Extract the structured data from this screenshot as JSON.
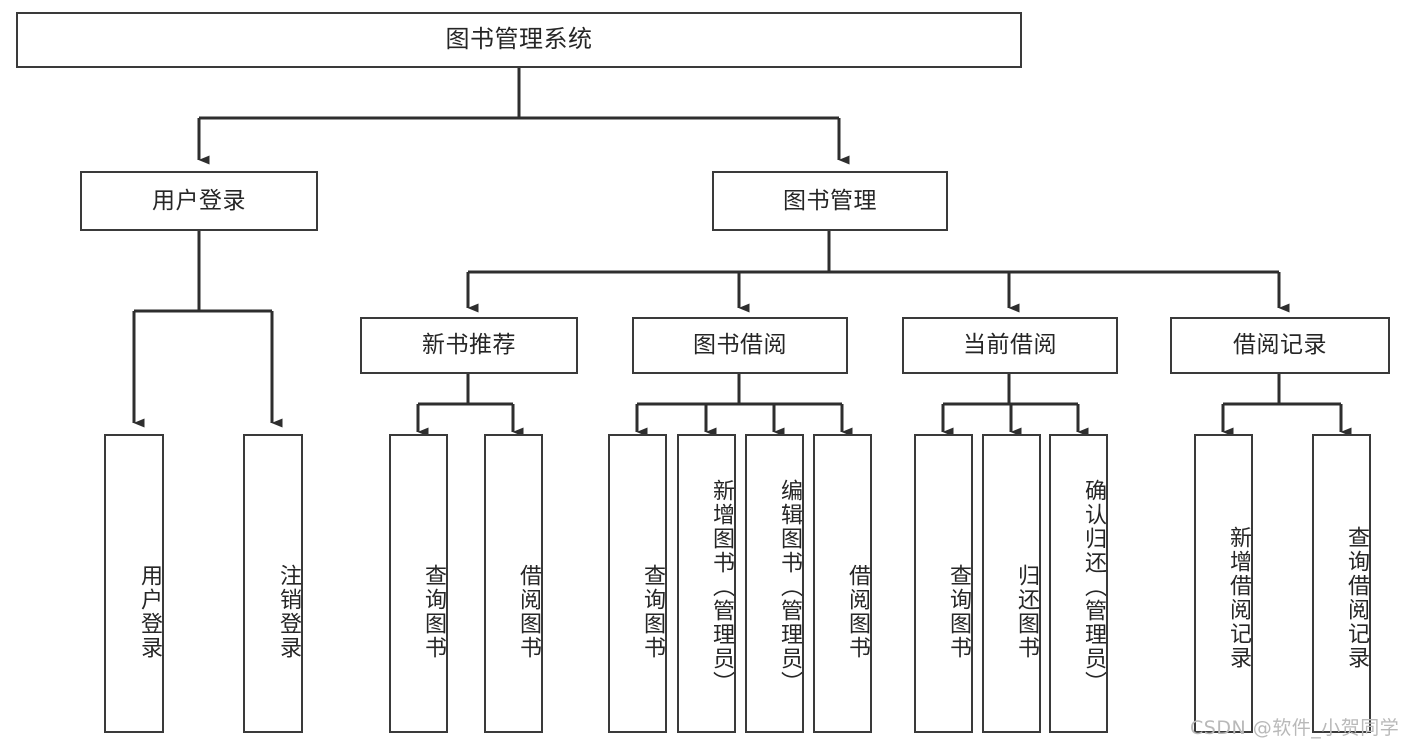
{
  "diagram": {
    "title": "图书管理系统",
    "type": "hierarchy-tree",
    "root": {
      "label": "图书管理系统"
    },
    "level2": [
      {
        "label": "用户登录"
      },
      {
        "label": "图书管理"
      }
    ],
    "level3": [
      {
        "label": "新书推荐"
      },
      {
        "label": "图书借阅"
      },
      {
        "label": "当前借阅"
      },
      {
        "label": "借阅记录"
      }
    ],
    "leaves": {
      "user_login": [
        {
          "label": "用户登录"
        },
        {
          "label": "注销登录"
        }
      ],
      "new_book_recommend": [
        {
          "label": "查询图书"
        },
        {
          "label": "借阅图书"
        }
      ],
      "book_borrow": [
        {
          "label": "查询图书"
        },
        {
          "label": "新增图书（管理员）"
        },
        {
          "label": "编辑图书（管理员）"
        },
        {
          "label": "借阅图书"
        }
      ],
      "current_borrow": [
        {
          "label": "查询图书"
        },
        {
          "label": "归还图书"
        },
        {
          "label": "确认归还（管理员）"
        }
      ],
      "borrow_record": [
        {
          "label": "新增借阅记录"
        },
        {
          "label": "查询借阅记录"
        }
      ]
    }
  },
  "watermark": {
    "text": "CSDN @软件_小贺同学"
  },
  "colors": {
    "stroke": "#3a3a3a",
    "text": "#262626",
    "background": "#ffffff",
    "watermark": "#b9b9b9"
  }
}
